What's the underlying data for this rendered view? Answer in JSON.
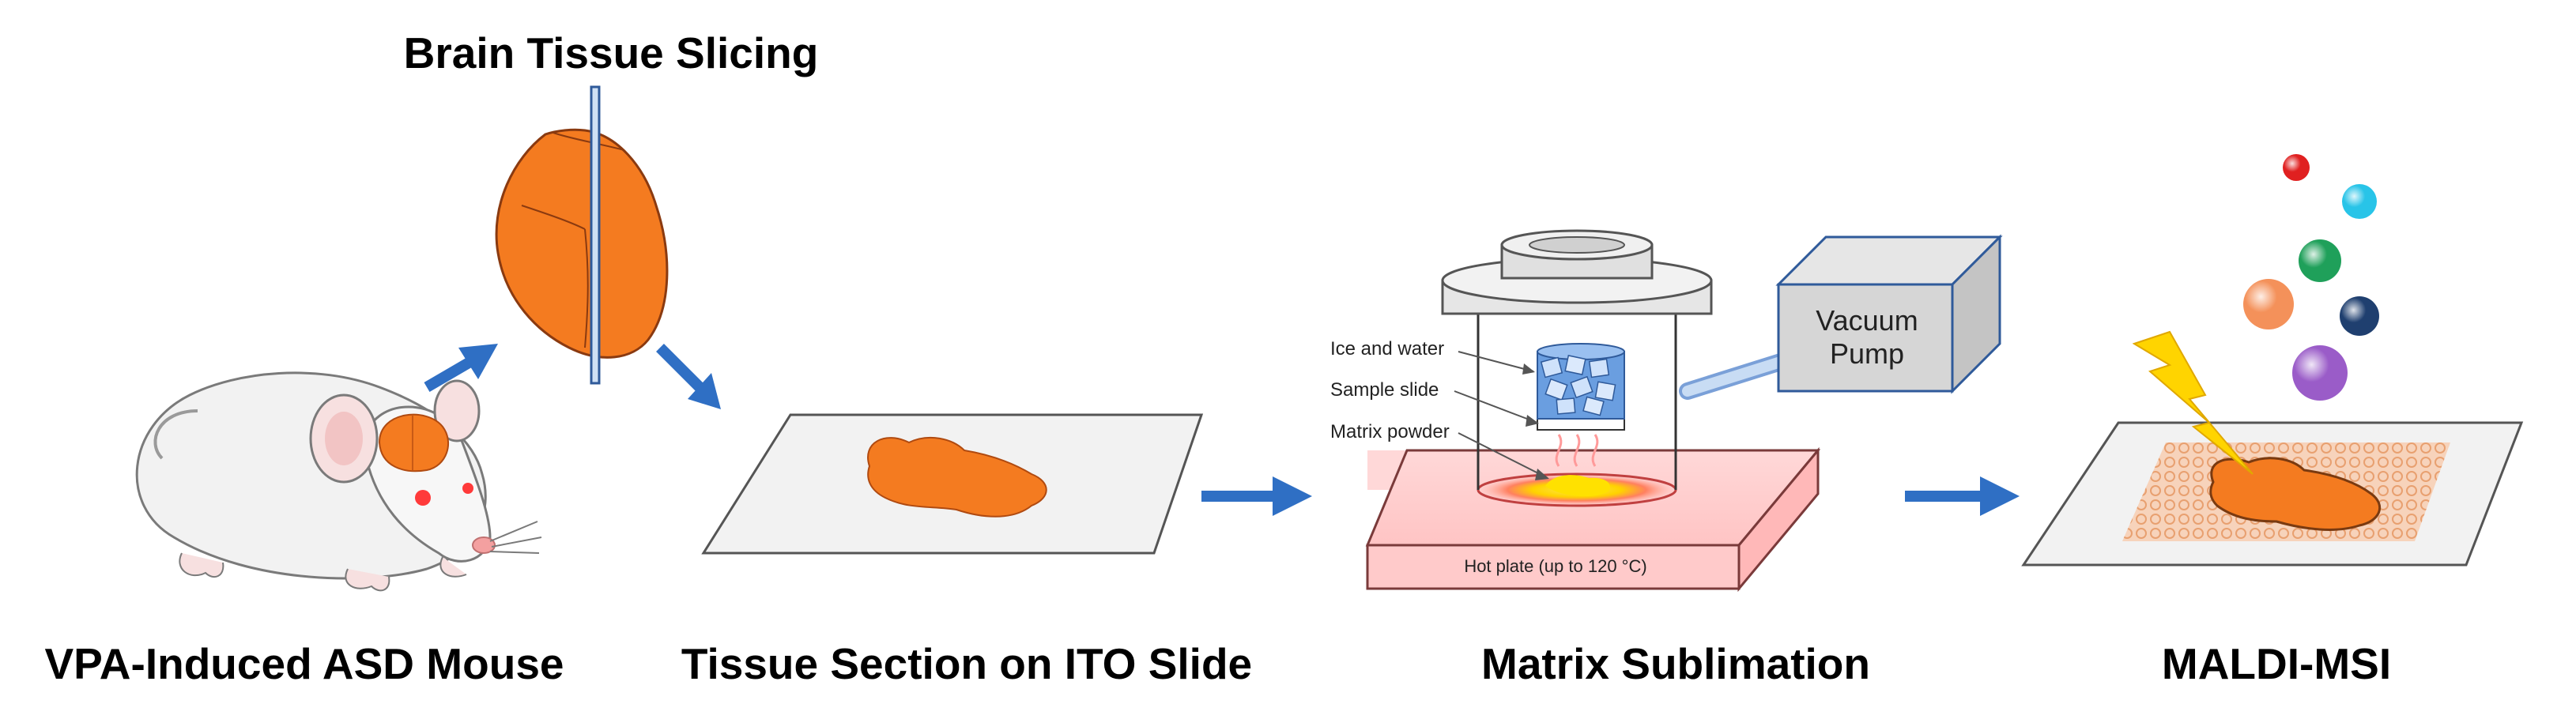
{
  "title": "Brain Tissue Slicing",
  "steps": [
    {
      "label": "VPA-Induced ASD Mouse"
    },
    {
      "label": "Tissue Section on ITO Slide"
    },
    {
      "label": "Matrix Sublimation"
    },
    {
      "label": "MALDI-MSI"
    }
  ],
  "sublimation": {
    "ice_label": "Ice and water",
    "slide_label": "Sample slide",
    "matrix_label": "Matrix powder",
    "pump_label": "Vacuum Pump",
    "hotplate_label": "Hot plate (up to 120 °C)"
  },
  "colors": {
    "tissue": "#f47b20",
    "arrow": "#2f6fc4",
    "ions": [
      "#e02020",
      "#28c4e8",
      "#1fa05a",
      "#f4915a",
      "#1f3f6f",
      "#9a5cc8"
    ]
  }
}
